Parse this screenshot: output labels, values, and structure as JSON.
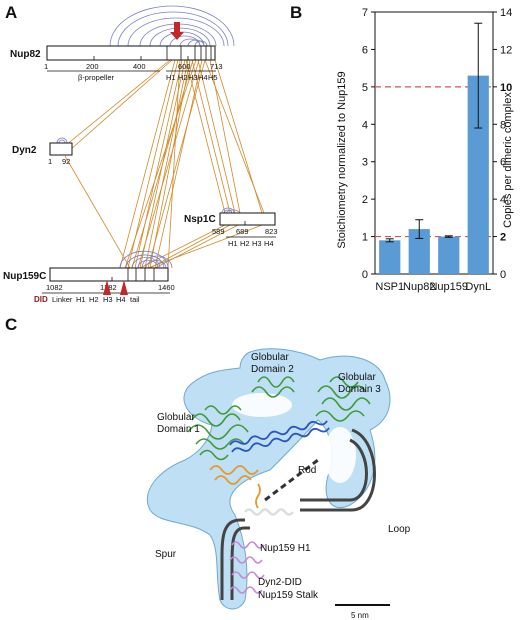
{
  "panel_a": {
    "letter": "A",
    "nup82": {
      "name": "Nup82",
      "ticks": [
        "1",
        "200",
        "400",
        "600",
        "713"
      ],
      "domain": "β-propeller",
      "helices": [
        "H1",
        "H2",
        "H3",
        "H4",
        "H5"
      ]
    },
    "dyn2": {
      "name": "Dyn2",
      "ticks": [
        "1",
        "92"
      ]
    },
    "nsp1c": {
      "name": "Nsp1C",
      "ticks": [
        "589",
        "689",
        "823"
      ],
      "helices": [
        "H1",
        "H2",
        "H3",
        "H4"
      ]
    },
    "nup159c": {
      "name": "Nup159C",
      "ticks": [
        "1082",
        "1282",
        "1460"
      ],
      "segments": [
        "DID",
        "Linker",
        "H1",
        "H2",
        "H3",
        "H4",
        "tail"
      ]
    },
    "colors": {
      "intra": "#7b7fc4",
      "inter": "#d08a2a",
      "arrow": "#c0282a"
    }
  },
  "panel_b": {
    "letter": "B",
    "ylabel_left": "Stoichiometry normalized to Nup159",
    "ylabel_right": "Copies per dimeric complex",
    "left_ticks": [
      "0",
      "1",
      "2",
      "3",
      "4",
      "5",
      "6",
      "7"
    ],
    "right_ticks": [
      "0",
      "2",
      "4",
      "6",
      "8",
      "10",
      "12",
      "14"
    ],
    "right_ticks_red": [
      "2",
      "10"
    ],
    "bar_color": "#5b9bd5",
    "ref_line_color": "#d9534f"
  },
  "chart_data": {
    "type": "bar",
    "categories": [
      "NSP1",
      "Nup82",
      "Nup159",
      "DynL"
    ],
    "values": [
      0.9,
      1.2,
      1.0,
      5.3
    ],
    "errors": [
      0.04,
      0.25,
      0.02,
      1.4
    ],
    "ylabel": "Stoichiometry normalized to Nup159",
    "y2label": "Copies per dimeric complex",
    "ylim": [
      0,
      7
    ],
    "y2lim": [
      0,
      14
    ],
    "reference_lines": [
      1,
      5
    ],
    "grid": false
  },
  "panel_c": {
    "letter": "C",
    "labels": {
      "gd1": [
        "Globular",
        "Domain 1"
      ],
      "gd2": [
        "Globular",
        "Domain 2"
      ],
      "gd3": [
        "Globular",
        "Domain 3"
      ],
      "rod": "Rod",
      "loop": "Loop",
      "spur": "Spur",
      "h1": "Nup159 H1",
      "dyn2did": "Dyn2-DID",
      "stalk": "Nup159 Stalk",
      "scale": "5 nm"
    },
    "colors": {
      "envelope": "#a9d4f0",
      "green": "#3e9a3a",
      "blue": "#2b55c0",
      "orange": "#e39a2a",
      "pink": "#c58ad6"
    }
  }
}
